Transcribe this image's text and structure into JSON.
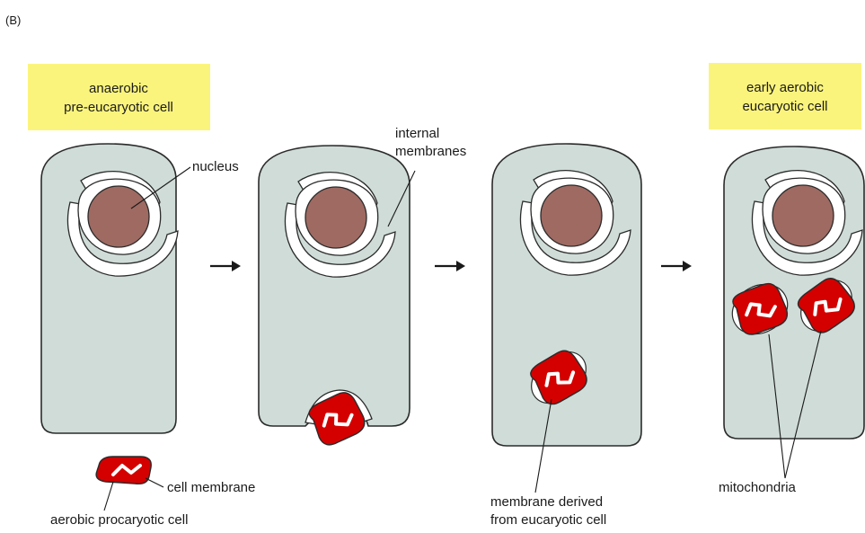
{
  "panel_label": "(B)",
  "boxes": {
    "left": {
      "line1": "anaerobic",
      "line2": "pre-eucaryotic cell"
    },
    "right": {
      "line1": "early aerobic",
      "line2": "eucaryotic cell"
    }
  },
  "labels": {
    "nucleus": "nucleus",
    "internal_membranes_1": "internal",
    "internal_membranes_2": "membranes",
    "cell_membrane": "cell membrane",
    "aerobic_procaryotic_cell": "aerobic procaryotic cell",
    "membrane_derived_1": "membrane derived",
    "membrane_derived_2": "from eucaryotic cell",
    "mitochondria": "mitochondria"
  },
  "colors": {
    "label_box": "#fbf47c",
    "cytoplasm": "#cfdcd8",
    "nucleus": "#9e6a62",
    "mitochondrion": "#d40000"
  }
}
